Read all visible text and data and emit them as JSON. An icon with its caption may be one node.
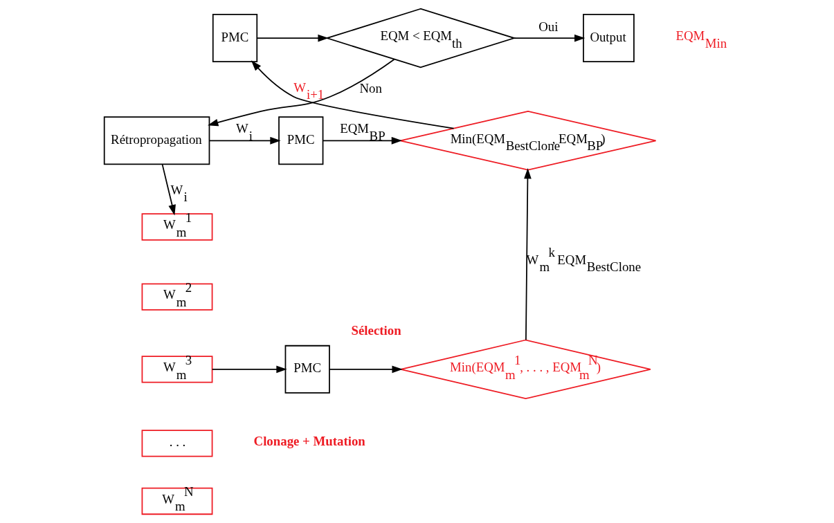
{
  "diagram": {
    "nodes": [
      {
        "text": [
          "PMC"
        ]
      },
      {
        "text": [
          "EQM < EQM$_{th}$"
        ]
      },
      {
        "text": [
          "Output"
        ]
      },
      {
        "text": [
          "Rétropropagation"
        ]
      },
      {
        "text": [
          "PMC"
        ]
      },
      {
        "text": [
          "Min(EQM$_{BestClone}$, EQM$_{BP}$)"
        ]
      },
      {
        "text": [
          "W$_{m}$$^{1}$"
        ]
      },
      {
        "text": [
          "W$_{m}$$^{2}$"
        ]
      },
      {
        "text": [
          "W$_{m}$$^{3}$"
        ]
      },
      {
        "text": [
          ". . ."
        ]
      },
      {
        "text": [
          "W$_{m}$$^{N}$"
        ]
      },
      {
        "text": [
          "PMC"
        ]
      },
      {
        "text": [
          "Min(EQM$_{m}$$^{1}$, . . . , EQM$_{m}$$^{N}$)"
        ],
        "beside": [
          "Sélection"
        ]
      }
    ],
    "edges": [
      {
        "from": 0,
        "to": 1,
        "arrow": "to"
      },
      {
        "from": 1,
        "to": 2,
        "arrow": "to",
        "label": "Oui"
      },
      {
        "from": 1,
        "to": 3,
        "arrow": "to",
        "label": "Non"
      },
      {
        "from": 3,
        "to": 4,
        "arrow": "to",
        "label": "W$_{i}$"
      },
      {
        "from": 4,
        "to": 5,
        "arrow": "to",
        "label": "EQM$_{BP}$"
      },
      {
        "from": 3,
        "to": 6,
        "arrow": "to",
        "label": "W$_{i}$"
      },
      {
        "from": 8,
        "to": 11,
        "arrow": "to"
      },
      {
        "from": 11,
        "to": 12,
        "arrow": "to"
      },
      {
        "from": 12,
        "to": 5,
        "arrow": "to",
        "label": "W$_{m}$$^{k}$ EQM$_{BestClone}$"
      },
      {
        "from": 5,
        "to": 0,
        "arrow": "to",
        "label": "W$_{i+1}$"
      }
    ],
    "labels": [
      "EQM$_{Min}$",
      "Clonage + Mutation"
    ]
  }
}
